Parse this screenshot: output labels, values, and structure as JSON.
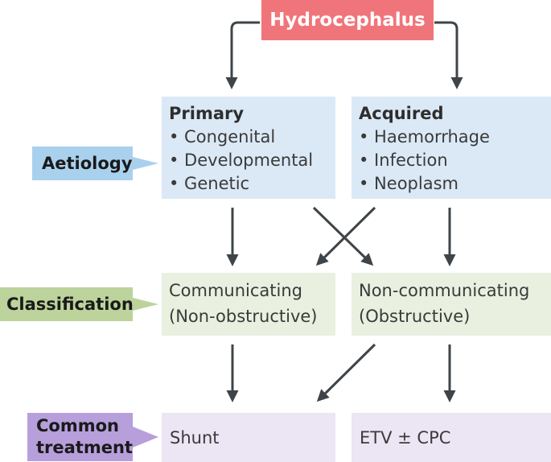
{
  "title": "Hydrocephalus",
  "categories": {
    "aetiology": "Aetiology",
    "classification": "Classification",
    "treatment_line1": "Common",
    "treatment_line2": "treatment"
  },
  "aetiology": {
    "primary": {
      "heading": "Primary",
      "items": [
        "• Congenital",
        "• Developmental",
        "• Genetic"
      ]
    },
    "acquired": {
      "heading": "Acquired",
      "items": [
        "• Haemorrhage",
        "• Infection",
        "• Neoplasm"
      ]
    }
  },
  "classification": {
    "communicating": {
      "line1": "Communicating",
      "line2": "(Non-obstructive)"
    },
    "noncommunicating": {
      "line1": "Non-communicating",
      "line2": "(Obstructive)"
    }
  },
  "treatment": {
    "shunt": "Shunt",
    "etv": "ETV ± CPC"
  },
  "colors": {
    "title_bg": "#f0757a",
    "aetiology_tag": "#a9d1ee",
    "aetiology_box": "#dbe9f6",
    "classification_tag": "#bcd39c",
    "classification_box": "#eaf0e0",
    "treatment_tag": "#b79fdb",
    "treatment_box": "#ebe5f4",
    "arrow": "#3f4448"
  }
}
